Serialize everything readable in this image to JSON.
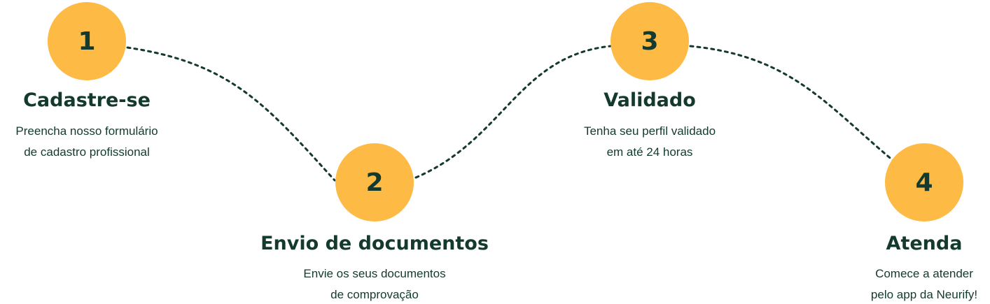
{
  "colors": {
    "badge": "#FDBA45",
    "text": "#14392E",
    "connector": "#14392E",
    "background": "#FFFFFF"
  },
  "steps": [
    {
      "number": "1",
      "title": "Cadastre-se",
      "line1": "Preencha nosso formulário",
      "line2": "de cadastro profissional"
    },
    {
      "number": "2",
      "title": "Envio de documentos",
      "line1": "Envie os seus documentos",
      "line2": "de comprovação"
    },
    {
      "number": "3",
      "title": "Validado",
      "line1": "Tenha seu perfil validado",
      "line2": "em até 24 horas"
    },
    {
      "number": "4",
      "title": "Atenda",
      "line1": "Comece a atender",
      "line2": "pelo app da Neurify!"
    }
  ]
}
